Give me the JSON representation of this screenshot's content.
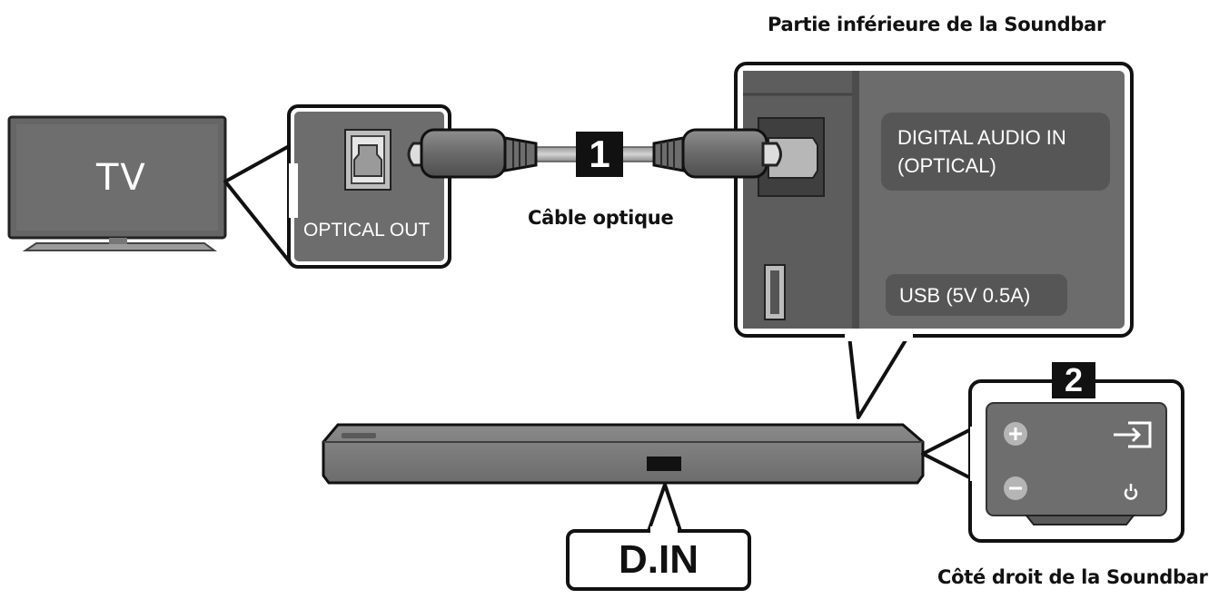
{
  "diagram": {
    "tv_label": "TV",
    "optical_out_label": "OPTICAL OUT",
    "cable_step": "1",
    "cable_label": "Câble optique",
    "bottom_title": "Partie inférieure de la Soundbar",
    "port_digital_line1": "DIGITAL AUDIO IN",
    "port_digital_line2": "(OPTICAL)",
    "port_usb": "USB (5V 0.5A)",
    "side_step": "2",
    "side_title": "Côté droit de la Soundbar",
    "display_text": "D.IN",
    "icons": [
      "plus-icon",
      "minus-icon",
      "source-icon",
      "power-icon"
    ]
  }
}
